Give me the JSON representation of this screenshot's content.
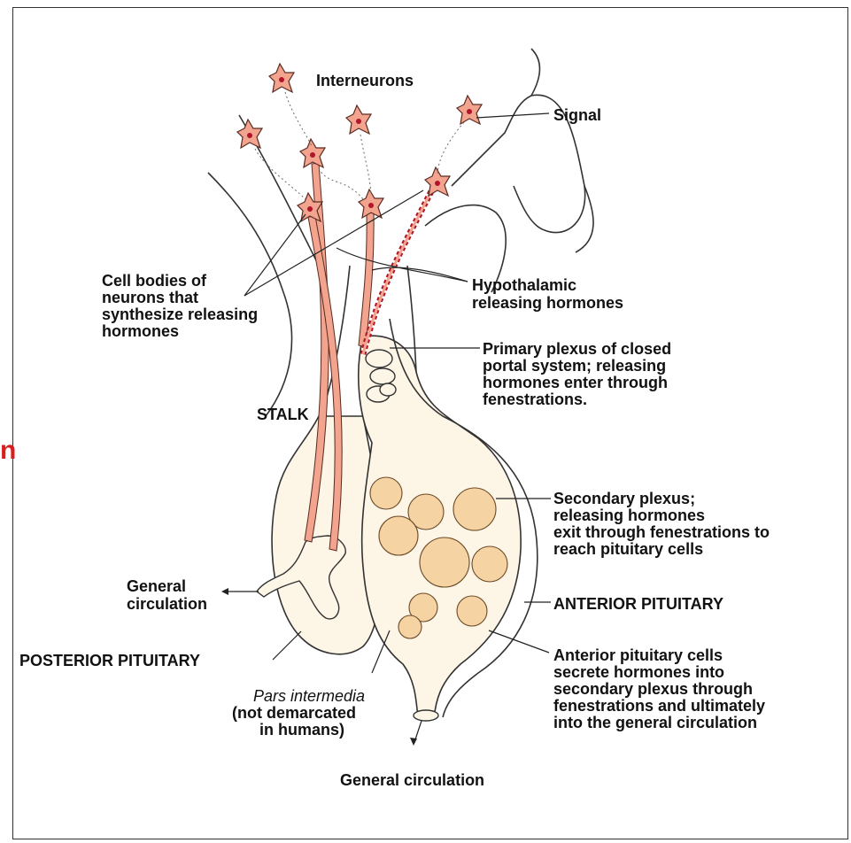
{
  "labels": {
    "interneurons": "Interneurons",
    "signal": "Signal",
    "cell_bodies": [
      "Cell bodies of",
      "neurons that",
      "synthesize releasing",
      "hormones"
    ],
    "hypothalamic": [
      "Hypothalamic",
      "releasing hormones"
    ],
    "primary_plexus": [
      "Primary plexus of closed",
      "portal system; releasing",
      "hormones enter through",
      "fenestrations."
    ],
    "stalk": "STALK",
    "secondary_plexus": [
      "Secondary plexus;",
      "releasing hormones",
      "exit through fenestrations to",
      "reach pituitary cells"
    ],
    "general_circ_left": [
      "General",
      "circulation"
    ],
    "anterior_pituitary": "ANTERIOR PITUITARY",
    "posterior_pituitary": "POSTERIOR PITUITARY",
    "anterior_cells": [
      "Anterior pituitary cells",
      "secrete hormones into",
      "secondary plexus through",
      "fenestrations and ultimately",
      "into the general circulation"
    ],
    "pars_intermedia": "Pars intermedia",
    "pars_note": [
      "(not demarcated",
      "in humans)"
    ],
    "general_circ_bottom": "General circulation",
    "edge_fragment": "n"
  },
  "colors": {
    "neuron": "#f2a48f",
    "nucleus": "#b0152a",
    "cells": "#f6d3a2",
    "gland": "#fdf5e6",
    "edge_fragment": "#d81f1f"
  }
}
